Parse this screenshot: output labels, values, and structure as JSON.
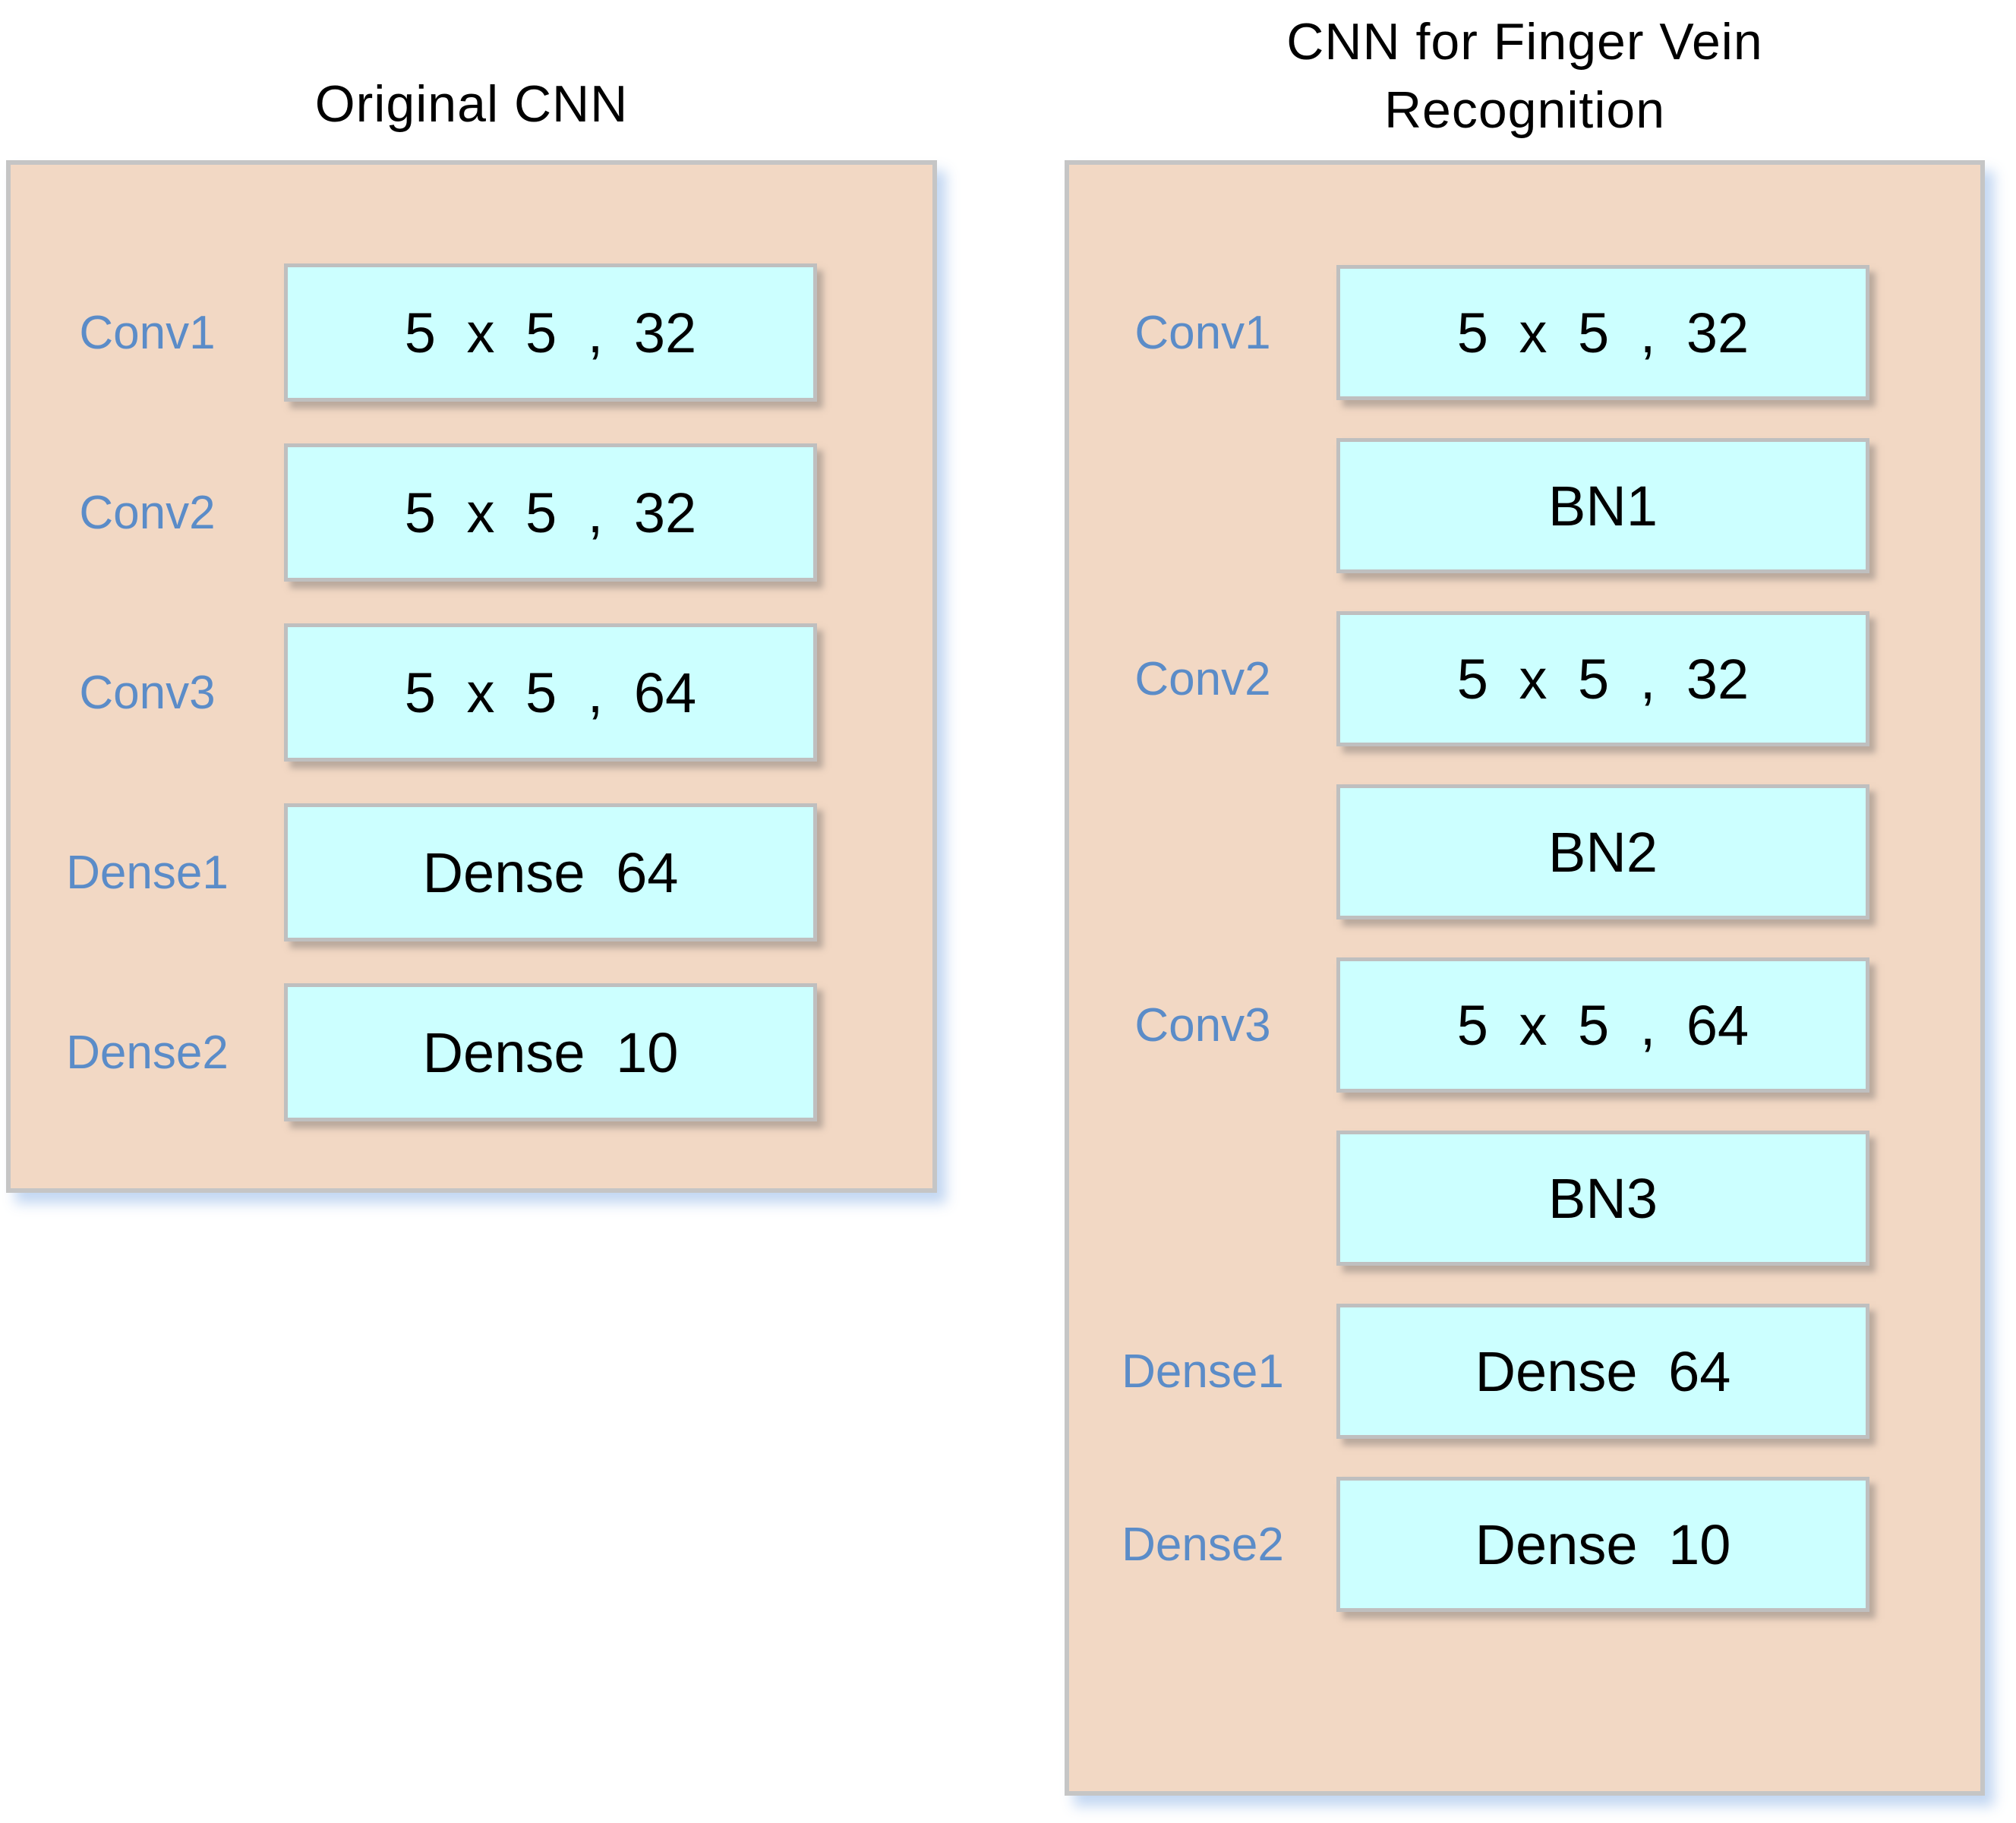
{
  "colors": {
    "panel_fill": "#F2D8C4",
    "panel_border": "#C5C5C5",
    "box_fill": "#CCFFFF",
    "box_border": "#BFBFBF",
    "label_blue": "#5B8CC8",
    "text_black": "#000000",
    "background": "#FFFFFF"
  },
  "left_panel": {
    "title": "Original CNN",
    "rows": [
      {
        "label": "Conv1",
        "box": "5 x 5 , 32"
      },
      {
        "label": "Conv2",
        "box": "5 x 5 , 32"
      },
      {
        "label": "Conv3",
        "box": "5 x 5 , 64"
      },
      {
        "label": "Dense1",
        "box": "Dense 64"
      },
      {
        "label": "Dense2",
        "box": "Dense 10"
      }
    ]
  },
  "right_panel": {
    "title_line1": "CNN for Finger Vein",
    "title_line2": "Recognition",
    "rows": [
      {
        "label": "Conv1",
        "box": "5 x 5 , 32"
      },
      {
        "label": "",
        "box": "BN1"
      },
      {
        "label": "Conv2",
        "box": "5 x 5 , 32"
      },
      {
        "label": "",
        "box": "BN2"
      },
      {
        "label": "Conv3",
        "box": "5 x 5 , 64"
      },
      {
        "label": "",
        "box": "BN3"
      },
      {
        "label": "Dense1",
        "box": "Dense 64"
      },
      {
        "label": "Dense2",
        "box": "Dense 10"
      }
    ]
  }
}
